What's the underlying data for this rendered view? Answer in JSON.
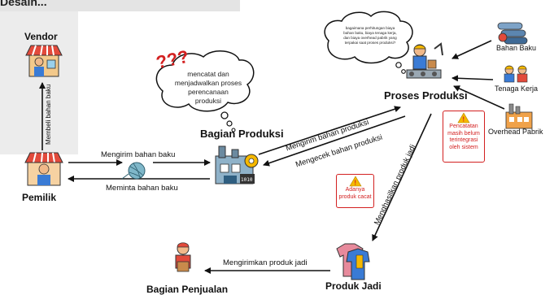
{
  "header": {
    "title": "Desain..."
  },
  "nodes": {
    "vendor": "Vendor",
    "pemilik": "Pemilik",
    "bagian_produksi": "Bagian Produksi",
    "proses_produksi": "Proses Produksi",
    "produk_jadi": "Produk Jadi",
    "bagian_penjualan": "Bagian Penjualan",
    "bahan_baku": "Bahan Baku",
    "tenaga_kerja": "Tenaga Kerja",
    "overhead_pabrik": "Overhead Pabrik"
  },
  "arrows": {
    "membeli_bahan_baku": "Membeli bahan baku",
    "mengirim_bahan_baku": "Mengirim bahan baku",
    "meminta_bahan_baku": "Meminta bahan baku",
    "mengirim_bahan_produksi": "Mengirim bahan produksi",
    "mengecek_bahan_produksi": "Mengecek bahan produksi",
    "menghasilkan_produk_jadi": "Menghasilkan produk jadi",
    "mengirimkan_produk_jadi": "Mengirimkan produk jadi"
  },
  "bubbles": {
    "bagian_produksi": [
      "mencatat dan",
      "menjadwalkan proses",
      "perencanaan produksi"
    ],
    "proses_produksi": [
      "bagaimana perhitungan biaya",
      "bahan baku, biaya tenaga kerja,",
      "dan biaya overhead pabrik yang",
      "terpakai saat proses produksi?"
    ]
  },
  "warnings": {
    "pencatatan": [
      "Pencatatan",
      "masih belum",
      "terintegrasi",
      "oleh sistem"
    ],
    "adanya": [
      "Adanya",
      "produk cacat"
    ]
  },
  "icons": {
    "question_marks": "???",
    "warning_glyph": "!"
  },
  "colors": {
    "warning_red": "#d32020",
    "warning_yellow": "#f5b800",
    "arrow": "#111111"
  }
}
